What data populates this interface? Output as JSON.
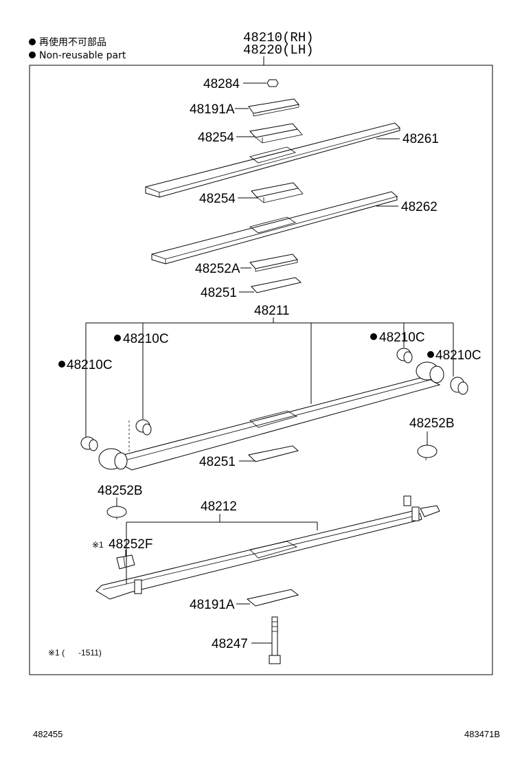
{
  "legend": {
    "marker": "●",
    "text_ja": "再使用不可部品",
    "text_en": "Non-reusable part"
  },
  "assembly": {
    "rh": "48210(RH)",
    "lh": "48220(LH)"
  },
  "parts": {
    "p48284": "48284",
    "p48191A_top": "48191A",
    "p48254_a": "48254",
    "p48261": "48261",
    "p48254_b": "48254",
    "p48262": "48262",
    "p48252A": "48252A",
    "p48251_top": "48251",
    "p48211": "48211",
    "p48210C_1": "48210C",
    "p48210C_2": "48210C",
    "p48210C_3": "48210C",
    "p48210C_4": "48210C",
    "p48252B_right": "48252B",
    "p48251_bottom": "48251",
    "p48252B_left": "48252B",
    "p48212": "48212",
    "p48252F": "48252F",
    "p48191A_bottom": "48191A",
    "p48247": "48247"
  },
  "notes": {
    "mark": "※1",
    "footnote": "※1 (      -1511)"
  },
  "footer": {
    "left_code": "482455",
    "right_code": "483471B"
  }
}
